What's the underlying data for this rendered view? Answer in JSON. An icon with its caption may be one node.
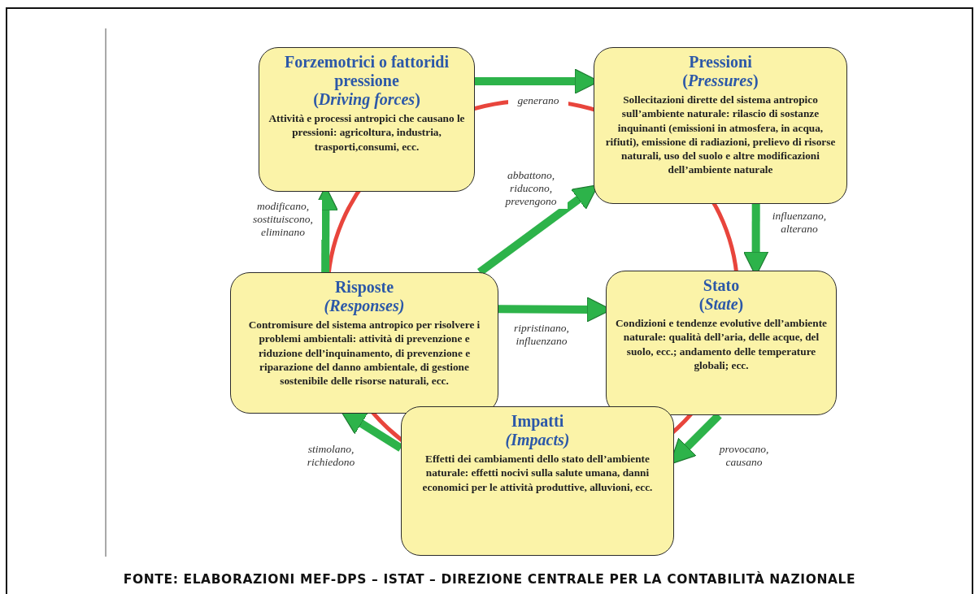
{
  "diagram": {
    "caption": "FONTE: ELABORAZIONI MEF-DPS – ISTAT – DIREZIONE CENTRALE PER LA CONTABILITÀ NAZIONALE",
    "nodes": [
      {
        "text": [
          "Forzemotrici o fattoridi pressione",
          "(*Driving forces*)",
          "Attività e processi antropici che causano le pressioni: agricoltura, industria, trasporti,consumi, ecc."
        ]
      },
      {
        "text": [
          "Pressioni",
          "(*Pressures*)",
          "Sollecitazioni dirette del sistema antropico sull’ambiente naturale: rilascio di sostanze inquinanti (emissioni in atmosfera, in acqua, rifiuti), emissione di radiazioni, prelievo di risorse naturali, uso del suolo e altre modificazioni dell’ambiente naturale"
        ]
      },
      {
        "text": [
          "Risposte",
          "*(Responses)*",
          "Contromisure del sistema antropico per risolvere i problemi ambientali: attività di prevenzione e riduzione dell’inquinamento, di prevenzione e riparazione del danno ambientale, di gestione sostenibile delle risorse naturali, ecc."
        ]
      },
      {
        "text": [
          "Stato",
          "(*State*)",
          "Condizioni e tendenze evolutive dell’ambiente naturale: qualità dell’aria, delle acque, del suolo, ecc.; andamento delle temperature globali; ecc."
        ]
      },
      {
        "text": [
          "Impatti",
          "*(Impacts)*",
          "Effetti dei cambiamenti dello stato dell’ambiente naturale: effetti nocivi sulla salute umana, danni economici per le attività produttive, alluvioni, ecc."
        ]
      }
    ],
    "edges": [
      {
        "from": 0,
        "to": 1,
        "arrow": "to",
        "label": "generano"
      },
      {
        "from": 1,
        "to": 3,
        "arrow": "to",
        "label": "influenzano, alterano"
      },
      {
        "from": 3,
        "to": 4,
        "arrow": "to",
        "label": "provocano, causano"
      },
      {
        "from": 4,
        "to": 2,
        "arrow": "to",
        "label": "stimolano, richiedono"
      },
      {
        "from": 2,
        "to": 0,
        "arrow": "to",
        "label": "modificano, sostituiscono, eliminano"
      },
      {
        "from": 2,
        "to": 1,
        "arrow": "to",
        "label": "abbattono, riducono, prevengono"
      },
      {
        "from": 2,
        "to": 3,
        "arrow": "to",
        "label": "ripristinano, influenzano"
      }
    ]
  }
}
